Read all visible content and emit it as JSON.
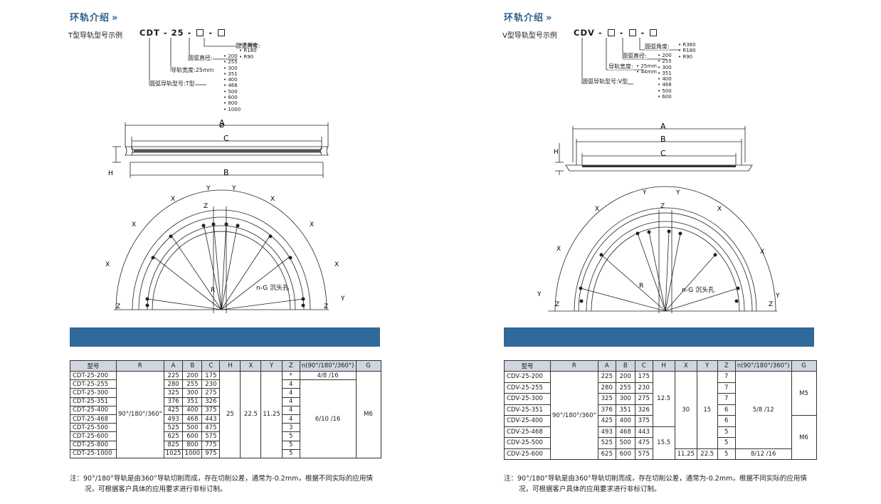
{
  "left": {
    "title": "环轨介绍",
    "chevron": "»",
    "example_label": "T型导轨型号示例",
    "code_prefix": "CDT - 25 -",
    "code_sep": "-",
    "arc_angle_label": "圆弧角度:",
    "arc_angle_opts": "• R360\n• R180\n• R90",
    "arc_diameter_label": "圆弧直径:",
    "arc_diameter_opts": "• 200\n• 255\n• 300\n• 351\n• 400\n• 468\n• 500\n• 600\n• 800\n• 1000",
    "rail_width_label": "导轨宽度:25mm",
    "rail_type_label": "圆弧导轨型号:T型",
    "dims": {
      "a": "A",
      "b": "B",
      "c": "C",
      "h": "H",
      "x": "X",
      "y": "Y",
      "z": "Z",
      "r": "R",
      "hole": "n-G 沉头孔"
    },
    "table": {
      "headers": [
        "型号",
        "R",
        "A",
        "B",
        "C",
        "H",
        "X",
        "Y",
        "Z",
        "n(90°/180°/360°)",
        "G"
      ],
      "r_value": "90°/180°/360°",
      "h_value": "25",
      "x_value": "22.5",
      "y_value": "11.25",
      "g_value": "M6",
      "n_first": "4/8 /16",
      "n_rest": "6/10 /16",
      "rows": [
        {
          "name": "CDT-25-200",
          "a": "225",
          "b": "200",
          "c": "175",
          "z": "*"
        },
        {
          "name": "CDT-25-255",
          "a": "280",
          "b": "255",
          "c": "230",
          "z": "4"
        },
        {
          "name": "CDT-25-300",
          "a": "325",
          "b": "300",
          "c": "275",
          "z": "4"
        },
        {
          "name": "CDT-25-351",
          "a": "376",
          "b": "351",
          "c": "326",
          "z": "4"
        },
        {
          "name": "CDT-25-400",
          "a": "425",
          "b": "400",
          "c": "375",
          "z": "4"
        },
        {
          "name": "CDT-25-468",
          "a": "493",
          "b": "468",
          "c": "443",
          "z": "4"
        },
        {
          "name": "CDT-25-500",
          "a": "525",
          "b": "500",
          "c": "475",
          "z": "3"
        },
        {
          "name": "CDT-25-600",
          "a": "625",
          "b": "600",
          "c": "575",
          "z": "5"
        },
        {
          "name": "CDT-25-800",
          "a": "825",
          "b": "800",
          "c": "775",
          "z": "5"
        },
        {
          "name": "CDT-25-1000",
          "a": "1025",
          "b": "1000",
          "c": "975",
          "z": "5"
        }
      ]
    },
    "note_1": "注：90°/180°导轨是由360°导轨切削而成，存在切削公差，通常为-0.2mm，根据不同实际的应用情",
    "note_2": "况，可根据客户具体的应用要求进行非标订制。"
  },
  "right": {
    "title": "环轨介绍",
    "chevron": "»",
    "example_label": "V型导轨型号示例",
    "code_prefix": "CDV -",
    "code_sep": "-",
    "arc_angle_label": "圆弧角度:",
    "arc_angle_opts": "• R360\n• R180\n• R90",
    "arc_diameter_label": "圆弧直径:",
    "arc_diameter_opts": "• 200\n• 255\n• 300\n• 351\n• 400\n• 468\n• 500\n• 600",
    "rail_width_label": "导轨宽度:",
    "rail_width_opts": "• 25mm\n• 44mm",
    "rail_type_label": "圆弧导轨型号:V型",
    "dims": {
      "a": "A",
      "b": "B",
      "c": "C",
      "h": "H",
      "x": "X",
      "y": "Y",
      "z": "Z",
      "r": "R",
      "hole": "n-G 沉头孔"
    },
    "table": {
      "headers": [
        "型号",
        "R",
        "A",
        "B",
        "C",
        "H",
        "X",
        "Y",
        "Z",
        "n(90°/180°/360°)",
        "G"
      ],
      "r_value": "90°/180°/360°",
      "h_top": "12.5",
      "h_bottom": "15.5",
      "x_top": "30",
      "y_top": "15",
      "x_bottom": "11.25",
      "y_bottom": "22.5",
      "n_top": "5/8 /12",
      "n_bottom": "8/12 /16",
      "g_top": "M5",
      "g_bottom": "M6",
      "rows": [
        {
          "name": "CDV-25-200",
          "a": "225",
          "b": "200",
          "c": "175",
          "z": "7"
        },
        {
          "name": "CDV-25-255",
          "a": "280",
          "b": "255",
          "c": "230",
          "z": "7"
        },
        {
          "name": "CDV-25-300",
          "a": "325",
          "b": "300",
          "c": "275",
          "z": "7"
        },
        {
          "name": "CDV-25-351",
          "a": "376",
          "b": "351",
          "c": "326",
          "z": "6"
        },
        {
          "name": "CDV-25-400",
          "a": "425",
          "b": "400",
          "c": "375",
          "z": "6"
        },
        {
          "name": "CDV-25-468",
          "a": "493",
          "b": "468",
          "c": "443",
          "z": "5"
        },
        {
          "name": "CDV-25-500",
          "a": "525",
          "b": "500",
          "c": "475",
          "z": "5"
        },
        {
          "name": "CDV-25-600",
          "a": "625",
          "b": "600",
          "c": "575",
          "z": "5"
        }
      ]
    },
    "note_1": "注：90°/180°导轨是由360°导轨切削而成，存在切削公差，通常为-0.2mm，根据不同实际的应用情",
    "note_2": "况，可根据客户具体的应用要求进行非标订制。"
  }
}
